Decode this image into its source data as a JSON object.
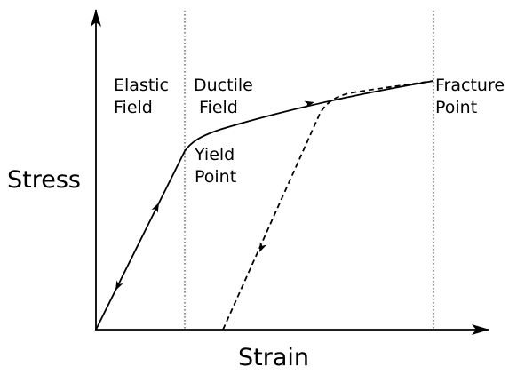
{
  "axes": {
    "ylabel": "Stress",
    "xlabel": "Strain"
  },
  "regions": {
    "elastic": [
      "Elastic",
      "Field"
    ],
    "ductile": [
      "Ductile",
      "Field"
    ]
  },
  "points": {
    "yield": [
      "Yield",
      "Point"
    ],
    "fracture": [
      "Fracture",
      "Point"
    ]
  },
  "colors": {
    "line": "#000000",
    "guide": "#555555",
    "background": "#ffffff"
  }
}
